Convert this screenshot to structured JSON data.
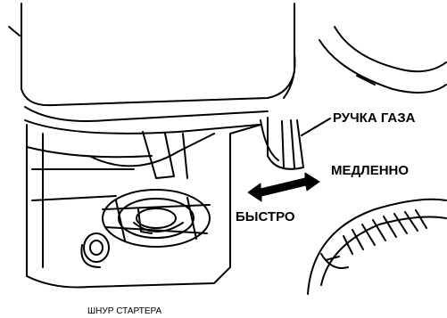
{
  "labels": {
    "throttle_handle": "РУЧКА ГАЗА",
    "slow": "МЕДЛЕННО",
    "fast": "БЫСТРО",
    "starter_cord": "ШНУР СТАРТЕРА"
  },
  "colors": {
    "ink": "#000000",
    "paper": "#ffffff"
  }
}
